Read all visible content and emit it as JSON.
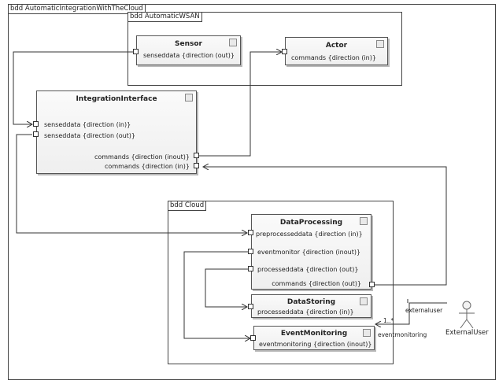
{
  "outer_frame": {
    "title": "bdd AutomaticIntegrationWithTheCloud"
  },
  "wsan_frame": {
    "title": "bdd AutomaticWSAN"
  },
  "cloud_frame": {
    "title": "bdd Cloud"
  },
  "blocks": {
    "sensor": {
      "name": "Sensor",
      "ports": [
        "senseddata {direction (out)}"
      ]
    },
    "actor": {
      "name": "Actor",
      "ports": [
        "commands {direction (in)}"
      ]
    },
    "integration": {
      "name": "IntegrationInterface",
      "ports": [
        "senseddata {direction (in)}",
        "senseddata {direction (out)}",
        "commands {direction (inout)}",
        "commands {direction (in)}"
      ]
    },
    "dataprocessing": {
      "name": "DataProcessing",
      "ports": [
        "preprocesseddata {direction (in)}",
        "eventmonitor {direction (inout)}",
        "processeddata {direction (out)}",
        "commands {direction (out)}"
      ]
    },
    "datastoring": {
      "name": "DataStoring",
      "ports": [
        "processeddata {direction (in)}"
      ]
    },
    "eventmonitoring": {
      "name": "EventMonitoring",
      "ports": [
        "eventmonitoring {direction (inout)}"
      ]
    }
  },
  "actor_external": {
    "name": "ExternalUser"
  },
  "association": {
    "end_role_user": "externaluser",
    "end_role_monitor": "eventmonitoring",
    "multiplicity": "1..*"
  }
}
